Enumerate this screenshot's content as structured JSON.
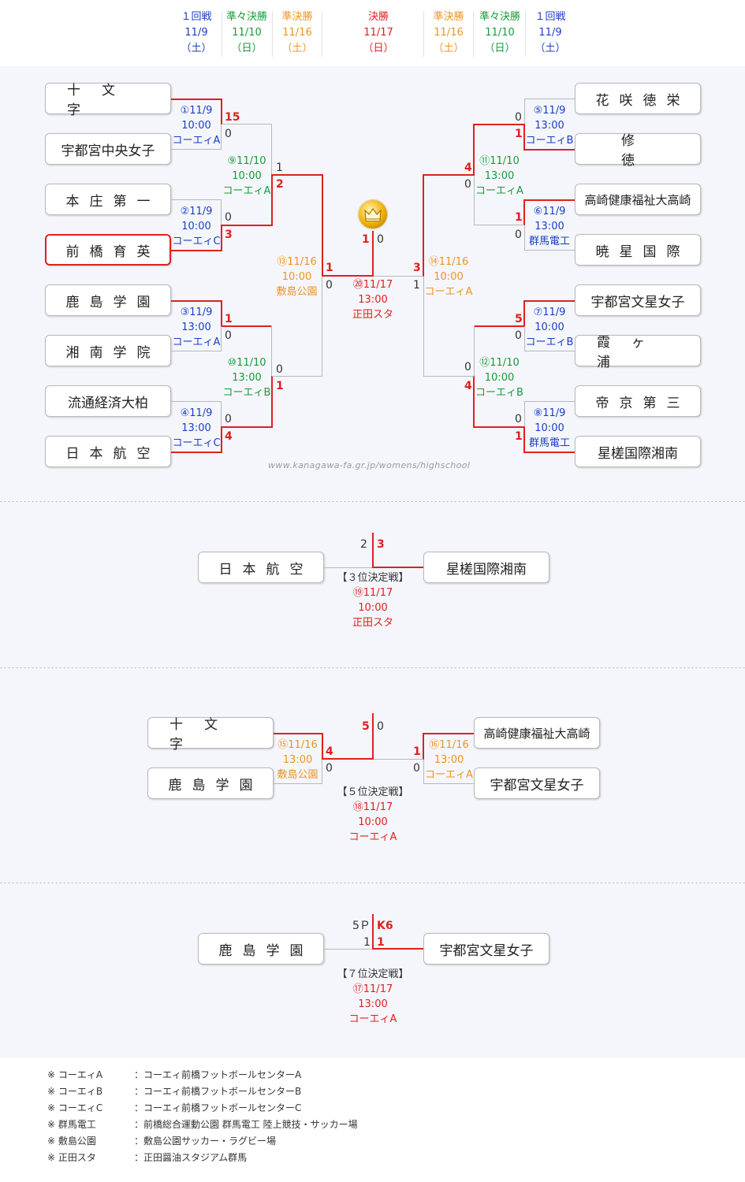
{
  "header": [
    {
      "round": "１回戦",
      "date": "11/9",
      "day": "（土）",
      "color": "#1a3fc4"
    },
    {
      "round": "準々決勝",
      "date": "11/10",
      "day": "（日）",
      "color": "#1a9a3a"
    },
    {
      "round": "準決勝",
      "date": "11/16",
      "day": "（土）",
      "color": "#ee9420"
    },
    {
      "round": "決勝",
      "date": "11/17",
      "day": "（日）",
      "color": "#e02020"
    },
    {
      "round": "準決勝",
      "date": "11/16",
      "day": "（土）",
      "color": "#ee9420"
    },
    {
      "round": "準々決勝",
      "date": "11/10",
      "day": "（日）",
      "color": "#1a9a3a"
    },
    {
      "round": "１回戦",
      "date": "11/9",
      "day": "（土）",
      "color": "#1a3fc4"
    }
  ],
  "teams": {
    "left": [
      "十文字",
      "宇都宮中央女子",
      "本庄第一",
      "前橋育英",
      "鹿島学園",
      "湘南学院",
      "流通経済大柏",
      "日本航空"
    ],
    "right": [
      "花咲徳栄",
      "修徳",
      "高崎健康福祉大高崎",
      "暁星国際",
      "宇都宮文星女子",
      "霞ヶ浦",
      "帝京第三",
      "星槎国際湘南"
    ]
  },
  "matches": {
    "m1": {
      "no": "①11/9",
      "time": "10:00",
      "venue": "コーエィA"
    },
    "m2": {
      "no": "②11/9",
      "time": "10:00",
      "venue": "コーエィC"
    },
    "m3": {
      "no": "③11/9",
      "time": "13:00",
      "venue": "コーエィA"
    },
    "m4": {
      "no": "④11/9",
      "time": "13:00",
      "venue": "コーエィC"
    },
    "m5": {
      "no": "⑤11/9",
      "time": "13:00",
      "venue": "コーエィB"
    },
    "m6": {
      "no": "⑥11/9",
      "time": "13:00",
      "venue": "群馬電工"
    },
    "m7": {
      "no": "⑦11/9",
      "time": "10:00",
      "venue": "コーエィB"
    },
    "m8": {
      "no": "⑧11/9",
      "time": "10:00",
      "venue": "群馬電工"
    },
    "m9": {
      "no": "⑨11/10",
      "time": "10:00",
      "venue": "コーエィA"
    },
    "m10": {
      "no": "⑩11/10",
      "time": "13:00",
      "venue": "コーエィB"
    },
    "m11": {
      "no": "⑪11/10",
      "time": "13:00",
      "venue": "コーエィA"
    },
    "m12": {
      "no": "⑫11/10",
      "time": "10:00",
      "venue": "コーエィB"
    },
    "m13": {
      "no": "⑬11/16",
      "time": "10:00",
      "venue": "敷島公園"
    },
    "m14": {
      "no": "⑭11/16",
      "time": "10:00",
      "venue": "コーエィA"
    },
    "m20": {
      "no": "⑳11/17",
      "time": "13:00",
      "venue": "正田スタ"
    }
  },
  "scores": {
    "m1": [
      "15",
      "0"
    ],
    "m2": [
      "0",
      "3"
    ],
    "m3": [
      "1",
      "0"
    ],
    "m4": [
      "0",
      "4"
    ],
    "m5": [
      "0",
      "1"
    ],
    "m6": [
      "1",
      "0"
    ],
    "m7": [
      "5",
      "0"
    ],
    "m8": [
      "0",
      "1"
    ],
    "m9": [
      "1",
      "2"
    ],
    "m10": [
      "0",
      "1"
    ],
    "m11": [
      "4",
      "0"
    ],
    "m12": [
      "0",
      "4"
    ],
    "m13": [
      "1",
      "0"
    ],
    "m14": [
      "3",
      "1"
    ],
    "m20": [
      "1",
      "0"
    ]
  },
  "watermark": "www.kanagawa-fa.gr.jp/womens/highschool",
  "third": {
    "left": "日本航空",
    "right": "星槎国際湘南",
    "score_left": "2",
    "score_right": "3",
    "label": "【３位決定戦】",
    "no": "⑲11/17",
    "time": "10:00",
    "venue": "正田スタ"
  },
  "fifth": {
    "teams_left": [
      "十文字",
      "鹿島学園"
    ],
    "teams_right": [
      "高崎健康福祉大高崎",
      "宇都宮文星女子"
    ],
    "m15": {
      "no": "⑮11/16",
      "time": "13:00",
      "venue": "敷島公園",
      "scores": [
        "4",
        "0"
      ]
    },
    "m16": {
      "no": "⑯11/16",
      "time": "13:00",
      "venue": "コーエィA",
      "scores": [
        "1",
        "0"
      ]
    },
    "final_scores": [
      "5",
      "0"
    ],
    "label": "【５位決定戦】",
    "no": "⑱11/17",
    "time": "10:00",
    "venue": "コーエィA"
  },
  "seventh": {
    "left": "鹿島学園",
    "right": "宇都宮文星女子",
    "pk_left": "5Ｐ",
    "pk_right": "K6",
    "score_left": "1",
    "score_right": "1",
    "label": "【７位決定戦】",
    "no": "⑰11/17",
    "time": "13:00",
    "venue": "コーエィA"
  },
  "notes": [
    {
      "key": "※ コーエィA",
      "val": "：コーエィ前橋フットボールセンターA"
    },
    {
      "key": "※ コーエィB",
      "val": "：コーエィ前橋フットボールセンターB"
    },
    {
      "key": "※ コーエィC",
      "val": "：コーエィ前橋フットボールセンターC"
    },
    {
      "key": "※ 群馬電工",
      "val": "：前橋総合運動公園 群馬電工 陸上競技・サッカー場"
    },
    {
      "key": "※ 敷島公園",
      "val": "：敷島公園サッカー・ラグビー場"
    },
    {
      "key": "※ 正田スタ",
      "val": "：正田醤油スタジアム群馬"
    }
  ]
}
